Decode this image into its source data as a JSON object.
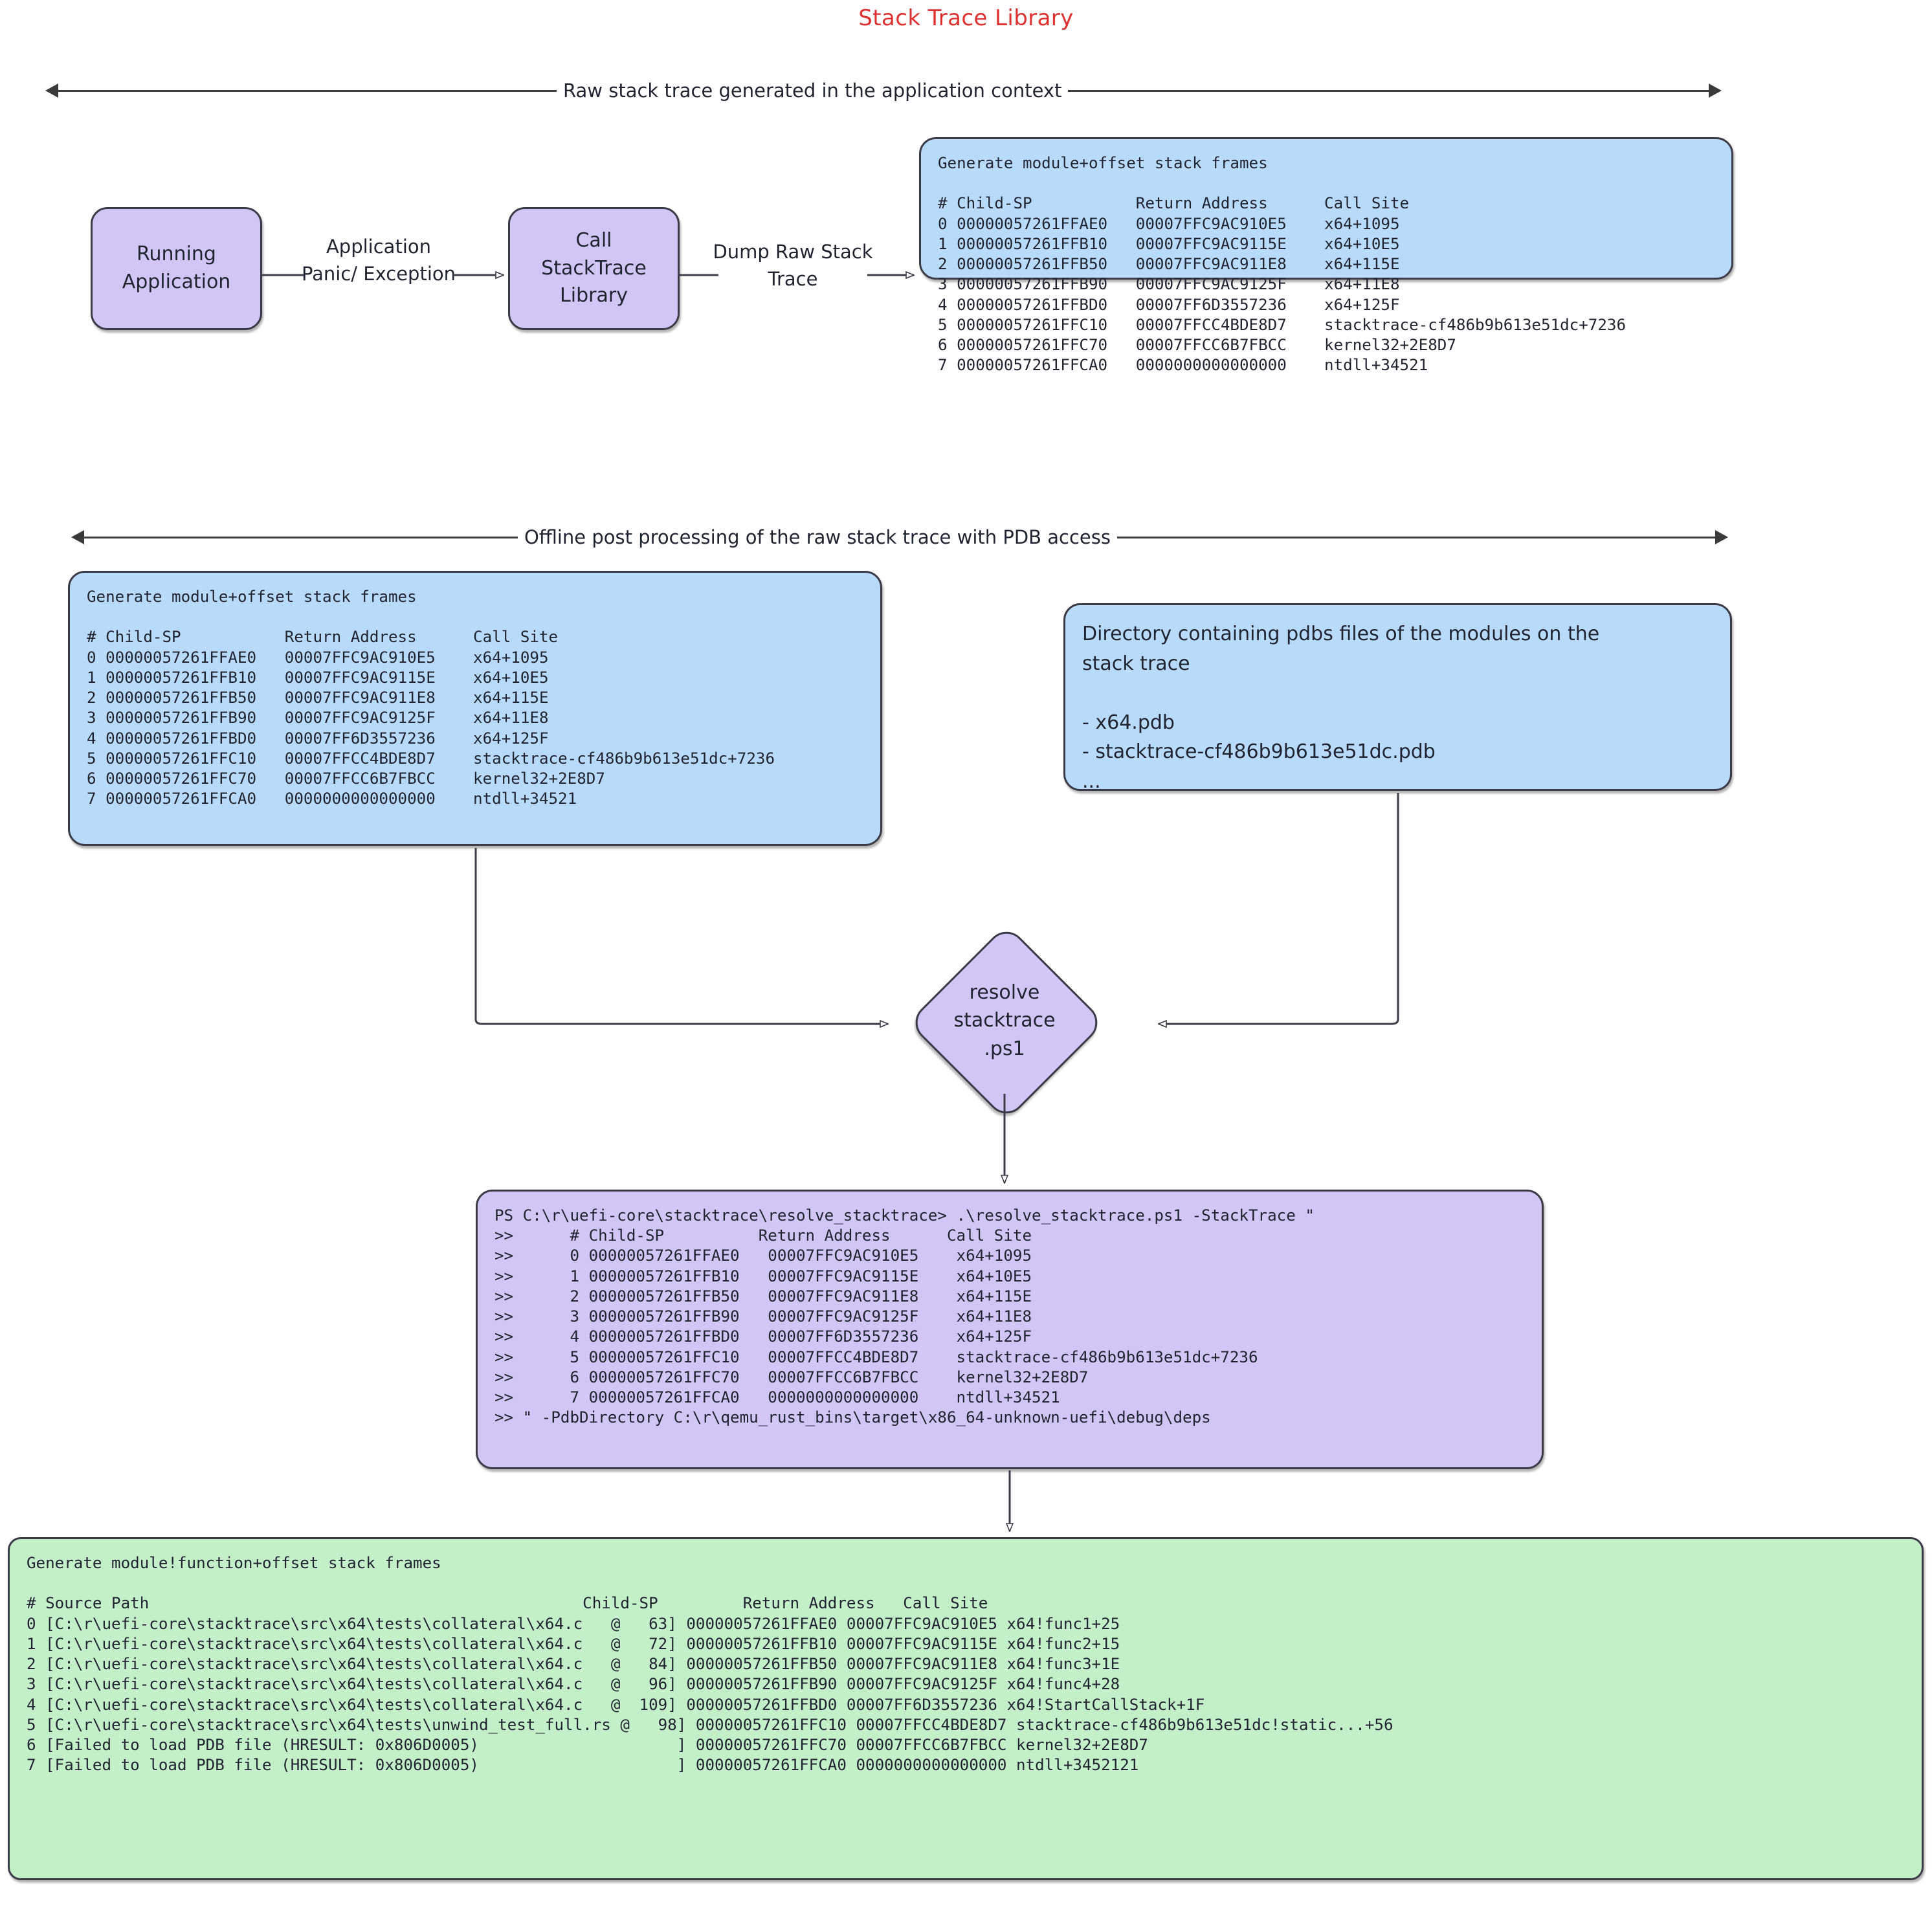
{
  "title": "Stack Trace Library",
  "sections": {
    "one_label": "Raw stack trace generated in the application context",
    "two_label": "Offline post processing of the raw stack trace with PDB access"
  },
  "flow": {
    "running_application": "Running\nApplication",
    "call_stacktrace_library": "Call\nStackTrace\nLibrary",
    "edge_panic": "Application\nPanic/\nException",
    "edge_dump": "Dump\nRaw Stack\nTrace",
    "resolve_node": "resolve\nstacktrace\n.ps1"
  },
  "raw_stack_box": {
    "heading": "Generate module+offset stack frames",
    "columns": [
      "#",
      "Child-SP",
      "Return Address",
      "Call Site"
    ],
    "text": "Generate module+offset stack frames\n\n# Child-SP           Return Address      Call Site\n0 00000057261FFAE0   00007FFC9AC910E5    x64+1095\n1 00000057261FFB10   00007FFC9AC9115E    x64+10E5\n2 00000057261FFB50   00007FFC9AC911E8    x64+115E\n3 00000057261FFB90   00007FFC9AC9125F    x64+11E8\n4 00000057261FFBD0   00007FF6D3557236    x64+125F\n5 00000057261FFC10   00007FFCC4BDE8D7    stacktrace-cf486b9b613e51dc+7236\n6 00000057261FFC70   00007FFCC6B7FBCC    kernel32+2E8D7\n7 00000057261FFCA0   0000000000000000    ntdll+34521",
    "rows": [
      {
        "n": "0",
        "child_sp": "00000057261FFAE0",
        "return_address": "00007FFC9AC910E5",
        "call_site": "x64+1095"
      },
      {
        "n": "1",
        "child_sp": "00000057261FFB10",
        "return_address": "00007FFC9AC9115E",
        "call_site": "x64+10E5"
      },
      {
        "n": "2",
        "child_sp": "00000057261FFB50",
        "return_address": "00007FFC9AC911E8",
        "call_site": "x64+115E"
      },
      {
        "n": "3",
        "child_sp": "00000057261FFB90",
        "return_address": "00007FFC9AC9125F",
        "call_site": "x64+11E8"
      },
      {
        "n": "4",
        "child_sp": "00000057261FFBD0",
        "return_address": "00007FF6D3557236",
        "call_site": "x64+125F"
      },
      {
        "n": "5",
        "child_sp": "00000057261FFC10",
        "return_address": "00007FFCC4BDE8D7",
        "call_site": "stacktrace-cf486b9b613e51dc+7236"
      },
      {
        "n": "6",
        "child_sp": "00000057261FFC70",
        "return_address": "00007FFCC6B7FBCC",
        "call_site": "kernel32+2E8D7"
      },
      {
        "n": "7",
        "child_sp": "00000057261FFCA0",
        "return_address": "0000000000000000",
        "call_site": "ntdll+34521"
      }
    ]
  },
  "pdb_dir_box": {
    "text": "Directory containing pdbs files of the modules on the\nstack trace\n\n- x64.pdb\n- stacktrace-cf486b9b613e51dc.pdb\n...",
    "heading": "Directory containing pdbs files of the modules on the stack trace",
    "files": [
      "- x64.pdb",
      "- stacktrace-cf486b9b613e51dc.pdb",
      "..."
    ]
  },
  "powershell_box": {
    "text": "PS C:\\r\\uefi-core\\stacktrace\\resolve_stacktrace> .\\resolve_stacktrace.ps1 -StackTrace \"\n>>      # Child-SP          Return Address      Call Site\n>>      0 00000057261FFAE0   00007FFC9AC910E5    x64+1095\n>>      1 00000057261FFB10   00007FFC9AC9115E    x64+10E5\n>>      2 00000057261FFB50   00007FFC9AC911E8    x64+115E\n>>      3 00000057261FFB90   00007FFC9AC9125F    x64+11E8\n>>      4 00000057261FFBD0   00007FF6D3557236    x64+125F\n>>      5 00000057261FFC10   00007FFCC4BDE8D7    stacktrace-cf486b9b613e51dc+7236\n>>      6 00000057261FFC70   00007FFCC6B7FBCC    kernel32+2E8D7\n>>      7 00000057261FFCA0   0000000000000000    ntdll+34521\n>> \" -PdbDirectory C:\\r\\qemu_rust_bins\\target\\x86_64-unknown-uefi\\debug\\deps",
    "prompt": "PS C:\\r\\uefi-core\\stacktrace\\resolve_stacktrace>",
    "command": ".\\resolve_stacktrace.ps1 -StackTrace \"",
    "pdb_directory_arg": "-PdbDirectory C:\\r\\qemu_rust_bins\\target\\x86_64-unknown-uefi\\debug\\deps"
  },
  "resolved_box": {
    "heading": "Generate module!function+offset stack frames",
    "columns": [
      "#",
      "Source Path",
      "Child-SP",
      "Return Address",
      "Call Site"
    ],
    "text": "Generate module!function+offset stack frames\n\n# Source Path                                              Child-SP         Return Address   Call Site\n0 [C:\\r\\uefi-core\\stacktrace\\src\\x64\\tests\\collateral\\x64.c   @   63] 00000057261FFAE0 00007FFC9AC910E5 x64!func1+25\n1 [C:\\r\\uefi-core\\stacktrace\\src\\x64\\tests\\collateral\\x64.c   @   72] 00000057261FFB10 00007FFC9AC9115E x64!func2+15\n2 [C:\\r\\uefi-core\\stacktrace\\src\\x64\\tests\\collateral\\x64.c   @   84] 00000057261FFB50 00007FFC9AC911E8 x64!func3+1E\n3 [C:\\r\\uefi-core\\stacktrace\\src\\x64\\tests\\collateral\\x64.c   @   96] 00000057261FFB90 00007FFC9AC9125F x64!func4+28\n4 [C:\\r\\uefi-core\\stacktrace\\src\\x64\\tests\\collateral\\x64.c   @  109] 00000057261FFBD0 00007FF6D3557236 x64!StartCallStack+1F\n5 [C:\\r\\uefi-core\\stacktrace\\src\\x64\\tests\\unwind_test_full.rs @   98] 00000057261FFC10 00007FFCC4BDE8D7 stacktrace-cf486b9b613e51dc!static...+56\n6 [Failed to load PDB file (HRESULT: 0x806D0005)                     ] 00000057261FFC70 00007FFCC6B7FBCC kernel32+2E8D7\n7 [Failed to load PDB file (HRESULT: 0x806D0005)                     ] 00000057261FFCA0 0000000000000000 ntdll+3452121",
    "rows": [
      {
        "n": "0",
        "source_path": "C:\\r\\uefi-core\\stacktrace\\src\\x64\\tests\\collateral\\x64.c",
        "line": "63",
        "child_sp": "00000057261FFAE0",
        "return_address": "00007FFC9AC910E5",
        "call_site": "x64!func1+25"
      },
      {
        "n": "1",
        "source_path": "C:\\r\\uefi-core\\stacktrace\\src\\x64\\tests\\collateral\\x64.c",
        "line": "72",
        "child_sp": "00000057261FFB10",
        "return_address": "00007FFC9AC9115E",
        "call_site": "x64!func2+15"
      },
      {
        "n": "2",
        "source_path": "C:\\r\\uefi-core\\stacktrace\\src\\x64\\tests\\collateral\\x64.c",
        "line": "84",
        "child_sp": "00000057261FFB50",
        "return_address": "00007FFC9AC911E8",
        "call_site": "x64!func3+1E"
      },
      {
        "n": "3",
        "source_path": "C:\\r\\uefi-core\\stacktrace\\src\\x64\\tests\\collateral\\x64.c",
        "line": "96",
        "child_sp": "00000057261FFB90",
        "return_address": "00007FFC9AC9125F",
        "call_site": "x64!func4+28"
      },
      {
        "n": "4",
        "source_path": "C:\\r\\uefi-core\\stacktrace\\src\\x64\\tests\\collateral\\x64.c",
        "line": "109",
        "child_sp": "00000057261FFBD0",
        "return_address": "00007FF6D3557236",
        "call_site": "x64!StartCallStack+1F"
      },
      {
        "n": "5",
        "source_path": "C:\\r\\uefi-core\\stacktrace\\src\\x64\\tests\\unwind_test_full.rs",
        "line": "98",
        "child_sp": "00000057261FFC10",
        "return_address": "00007FFCC4BDE8D7",
        "call_site": "stacktrace-cf486b9b613e51dc!static...+56"
      },
      {
        "n": "6",
        "source_path": "Failed to load PDB file (HRESULT: 0x806D0005)",
        "line": "",
        "child_sp": "00000057261FFC70",
        "return_address": "00007FFCC6B7FBCC",
        "call_site": "kernel32+2E8D7"
      },
      {
        "n": "7",
        "source_path": "Failed to load PDB file (HRESULT: 0x806D0005)",
        "line": "",
        "child_sp": "00000057261FFCA0",
        "return_address": "0000000000000000",
        "call_site": "ntdll+3452121"
      }
    ]
  },
  "colors": {
    "title": "#e03131",
    "purple_fill": "#d2c6f7",
    "blue_fill": "#b8dbfc",
    "green_fill": "#c3f0c8",
    "stroke": "#3b3b48",
    "background": "#ffffff"
  }
}
